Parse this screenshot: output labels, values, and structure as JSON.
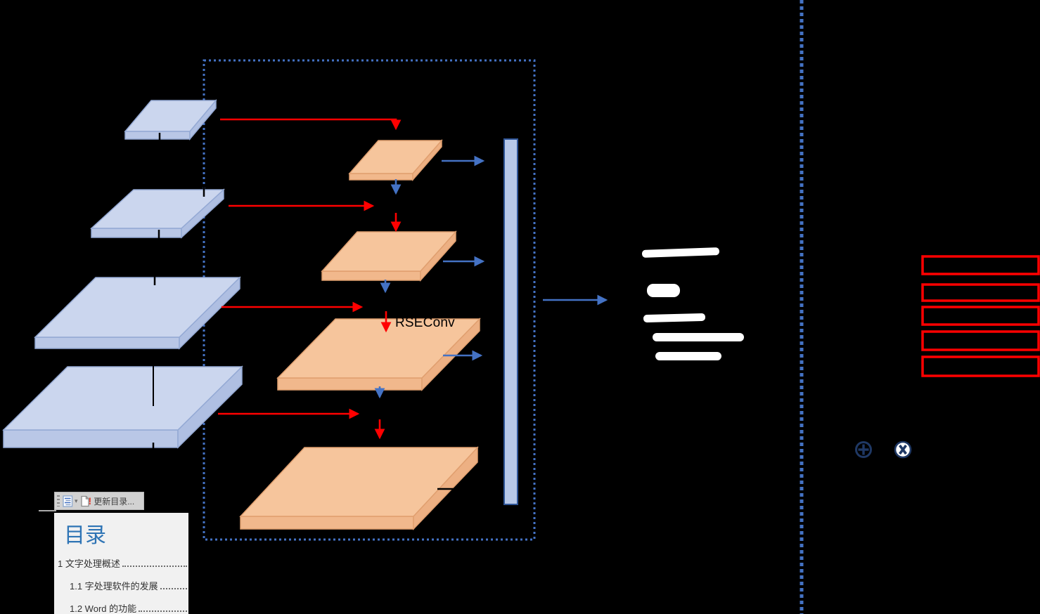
{
  "diagram": {
    "rseconv_label": "RSEConv",
    "colors": {
      "accent_blue": "#4472C4",
      "arrow_red": "#FF0000",
      "plate_blue": "#CBD6EE",
      "plate_orange": "#F6C59C",
      "bar_fill": "#B7C8E8",
      "bar_border": "#2F5597",
      "operator_navy": "#1F3864",
      "highlight_box_red": "#FF0000",
      "ink_white": "#FFFFFF"
    },
    "icons": [
      {
        "name": "circle-plus-icon",
        "glyph": "⊕"
      },
      {
        "name": "circle-multiply-icon",
        "glyph": "⊗"
      }
    ],
    "counts": {
      "blue_feature_plates": 4,
      "orange_feature_plates": 4,
      "white_ink_strokes": 5,
      "red_highlight_boxes": 5
    }
  },
  "word_popup": {
    "toolbar": {
      "grip_icon": "drag-grip-icon",
      "toc_gallery_icon": "toc-gallery-icon",
      "dropdown_icon": "chevron-down-icon",
      "update_icon": "page-exclamation-icon",
      "update_label": "更新目录..."
    },
    "toc": {
      "heading": "目录",
      "items": [
        {
          "text": "1 文字处理概述",
          "level": 1
        },
        {
          "text": "1.1 字处理软件的发展",
          "level": 2
        },
        {
          "text": "1.2 Word 的功能",
          "level": 2
        }
      ]
    }
  }
}
